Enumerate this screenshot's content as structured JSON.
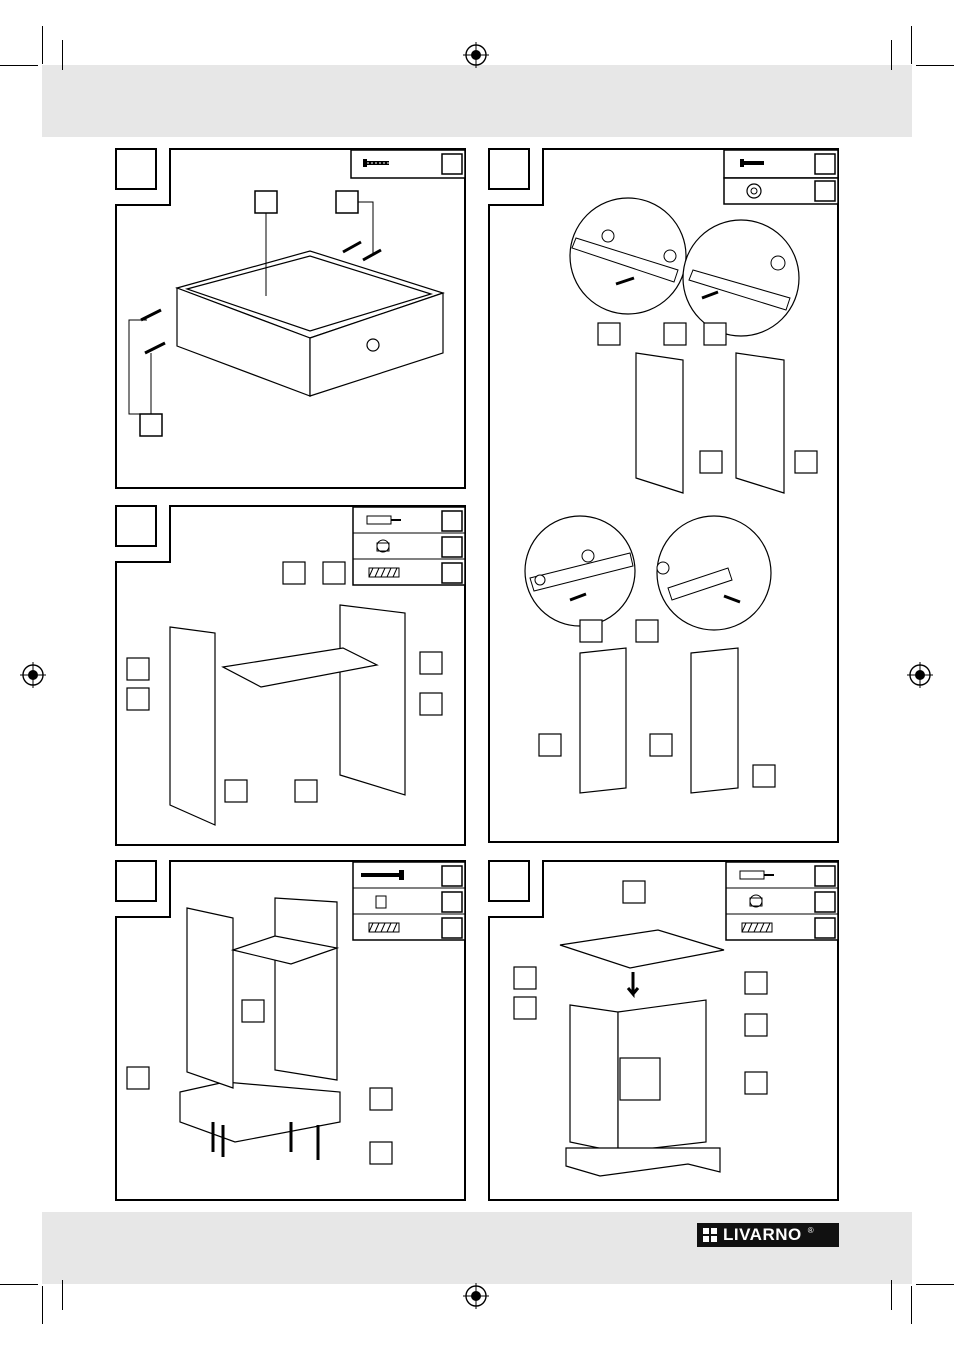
{
  "brand": {
    "logo_text": "LIVARNO",
    "registered_mark": "®"
  },
  "steps": [
    {
      "id": "step-drawer-screws",
      "parts": [
        "screw"
      ]
    },
    {
      "id": "step-drawer-rails",
      "parts": [
        "screw",
        "washer"
      ]
    },
    {
      "id": "step-shelf-assembly",
      "parts": [
        "cam-bolt",
        "cam-lock",
        "dowel"
      ]
    },
    {
      "id": "step-base-assembly",
      "parts": [
        "long-bolt",
        "barrel-nut",
        "dowel"
      ]
    },
    {
      "id": "step-top-assembly",
      "parts": [
        "cam-bolt",
        "cam-lock",
        "dowel"
      ]
    }
  ]
}
